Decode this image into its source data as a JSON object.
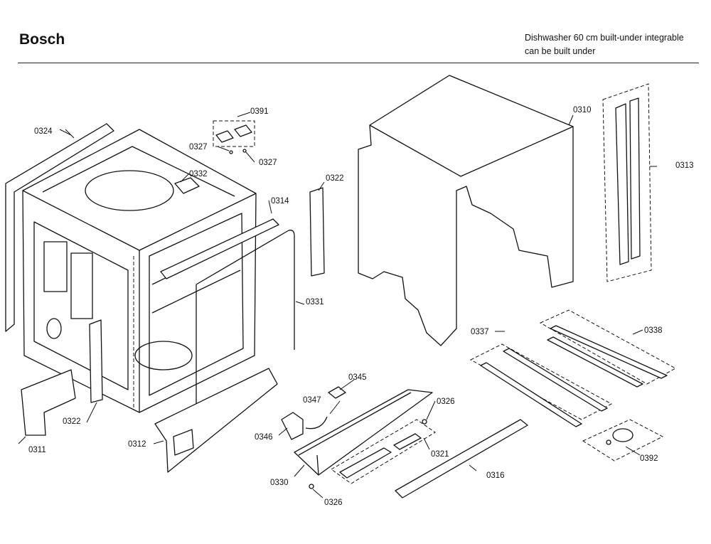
{
  "header": {
    "brand": "Bosch",
    "description_line1": "Dishwasher 60 cm built-under integrable",
    "description_line2": "can be built under"
  },
  "parts": {
    "p0310": "0310",
    "p0311": "0311",
    "p0312": "0312",
    "p0313": "0313",
    "p0314": "0314",
    "p0316": "0316",
    "p0321": "0321",
    "p0322a": "0322",
    "p0322b": "0322",
    "p0324": "0324",
    "p0326a": "0326",
    "p0326b": "0326",
    "p0327a": "0327",
    "p0327b": "0327",
    "p0330": "0330",
    "p0331": "0331",
    "p0332": "0332",
    "p0337": "0337",
    "p0338": "0338",
    "p0345": "0345",
    "p0346": "0346",
    "p0347": "0347",
    "p0391": "0391",
    "p0392": "0392"
  }
}
